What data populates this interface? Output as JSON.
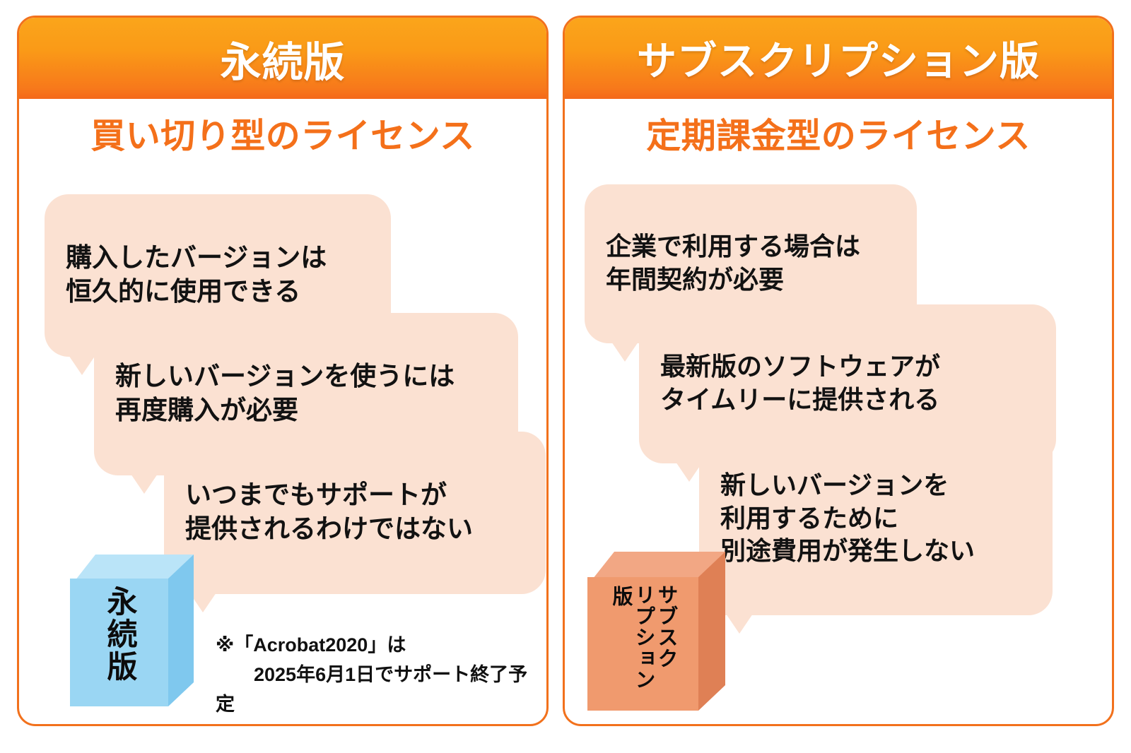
{
  "colors": {
    "header_gradient_top": "#FBA51B",
    "header_gradient_bottom": "#F4681A",
    "panel_border": "#F2711C",
    "subtitle_text": "#F4701A",
    "bubble_bg": "#FBE1D2",
    "bubble_text": "#121212",
    "box_blue_front": "#9AD6F3",
    "box_blue_top": "#BAE4F8",
    "box_blue_side": "#7FC8EE",
    "box_orange_front": "#F09A6E",
    "box_orange_top": "#F2A784",
    "box_orange_side": "#DF8055"
  },
  "panels": [
    {
      "id": "perpetual",
      "header_title": "永続版",
      "subtitle": "買い切り型のライセンス",
      "bubbles": [
        {
          "text": "購入したバージョンは\n恒久的に使用できる"
        },
        {
          "text": "新しいバージョンを使うには\n再度購入が必要"
        },
        {
          "text": "いつまでもサポートが\n提供されるわけではない"
        }
      ],
      "box": {
        "label_columns": [
          "永",
          "続",
          "版"
        ],
        "label_full": "永続版"
      },
      "footnote": "※「Acrobat2020」は\n　　2025年6月1日でサポート終了予定"
    },
    {
      "id": "subscription",
      "header_title": "サブスクリプション版",
      "subtitle": "定期課金型のライセンス",
      "bubbles": [
        {
          "text": "企業で利用する場合は\n年間契約が必要"
        },
        {
          "text": "最新版のソフトウェアが\nタイムリーに提供される"
        },
        {
          "text": "新しいバージョンを\n利用するために\n別途費用が発生しない"
        }
      ],
      "box": {
        "label_columns": [
          "サブスク",
          "リプション",
          "版"
        ],
        "label_full": "サブスクリプション版"
      },
      "footnote": ""
    }
  ]
}
